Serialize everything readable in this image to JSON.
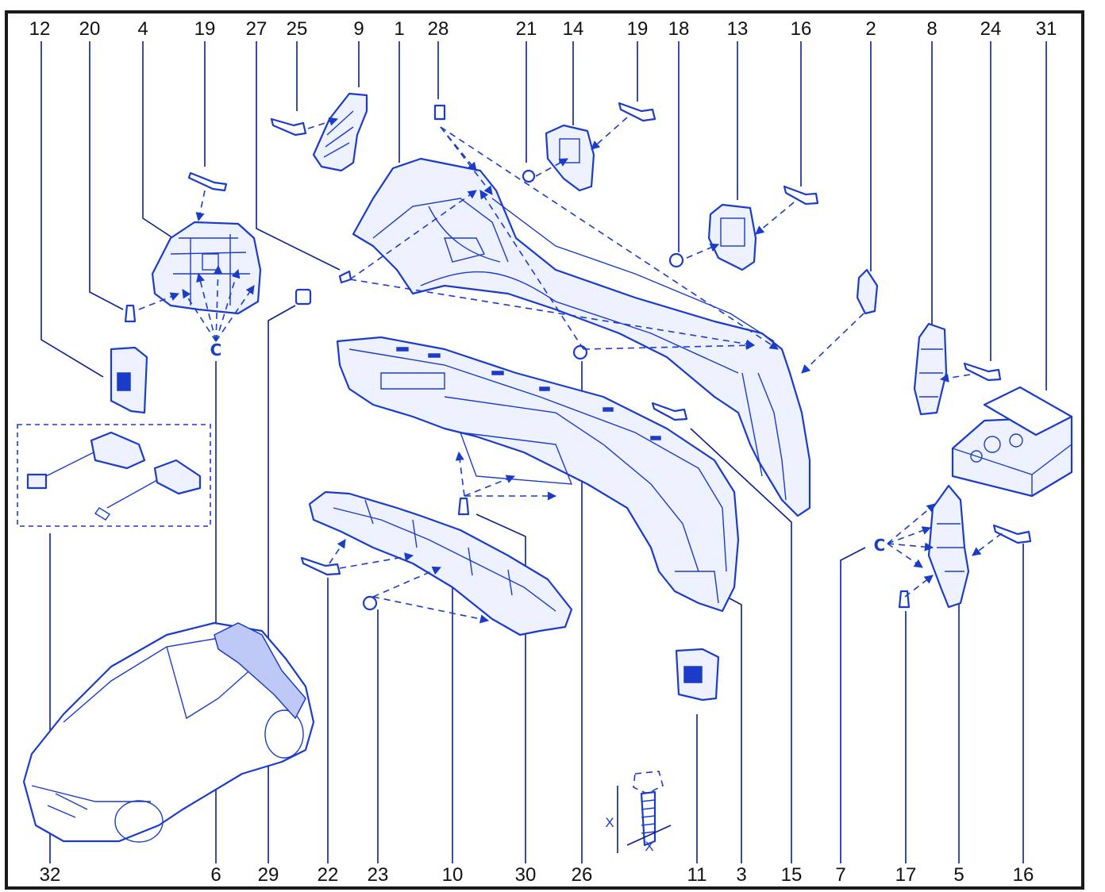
{
  "diagram": {
    "top_numbers": [
      "12",
      "20",
      "4",
      "19",
      "27",
      "25",
      "9",
      "1",
      "28",
      "21",
      "14",
      "19",
      "18",
      "13",
      "16",
      "2",
      "8",
      "24",
      "31"
    ],
    "bottom_numbers": [
      "32",
      "6",
      "29",
      "22",
      "23",
      "10",
      "30",
      "26",
      "11",
      "3",
      "15",
      "7",
      "17",
      "5",
      "16"
    ],
    "clip_symbols": [
      "C",
      "C"
    ],
    "dimension_labels": [
      "X",
      "X"
    ],
    "line_color": "#1b3cc8"
  }
}
